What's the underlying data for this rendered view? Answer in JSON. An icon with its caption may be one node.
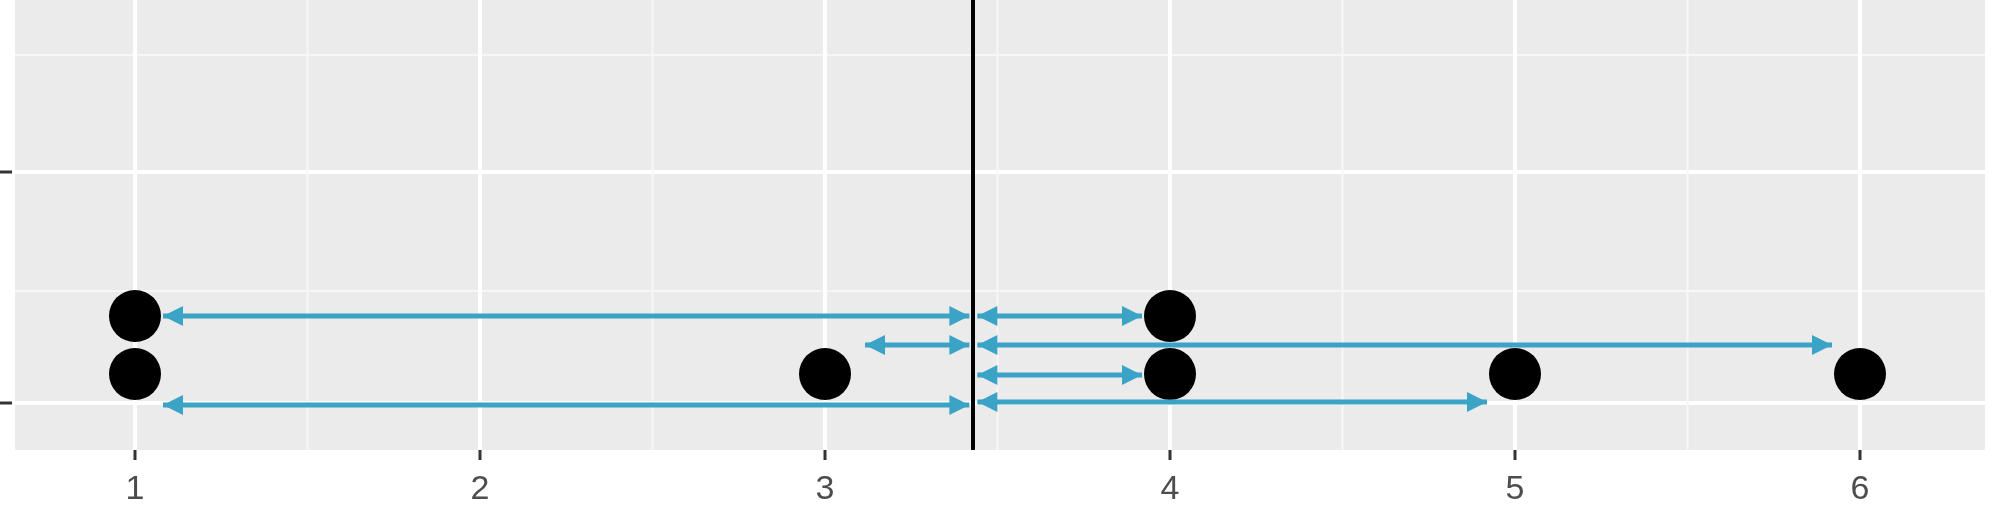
{
  "diagram": {
    "nodes": [
      {
        "text": [],
        "shape": "circle"
      },
      {
        "text": [],
        "shape": "circle"
      },
      {
        "text": [],
        "shape": "circle"
      },
      {
        "text": [],
        "shape": "circle"
      },
      {
        "text": [],
        "shape": "circle"
      },
      {
        "text": [],
        "shape": "circle"
      },
      {
        "text": [],
        "shape": "circle"
      },
      {
        "text": [],
        "shape": "line"
      }
    ],
    "edges": [
      {
        "from": 7,
        "to": 0,
        "arrow": "both"
      },
      {
        "from": 7,
        "to": 2,
        "arrow": "both"
      },
      {
        "from": 7,
        "to": 1,
        "arrow": "both"
      },
      {
        "from": 7,
        "to": 3,
        "arrow": "both"
      },
      {
        "from": 7,
        "to": 6,
        "arrow": "both"
      },
      {
        "from": 7,
        "to": 4,
        "arrow": "both"
      },
      {
        "from": 7,
        "to": 5,
        "arrow": "both"
      }
    ],
    "labels": [
      "1",
      "2",
      "3",
      "4",
      "5",
      "6"
    ]
  }
}
